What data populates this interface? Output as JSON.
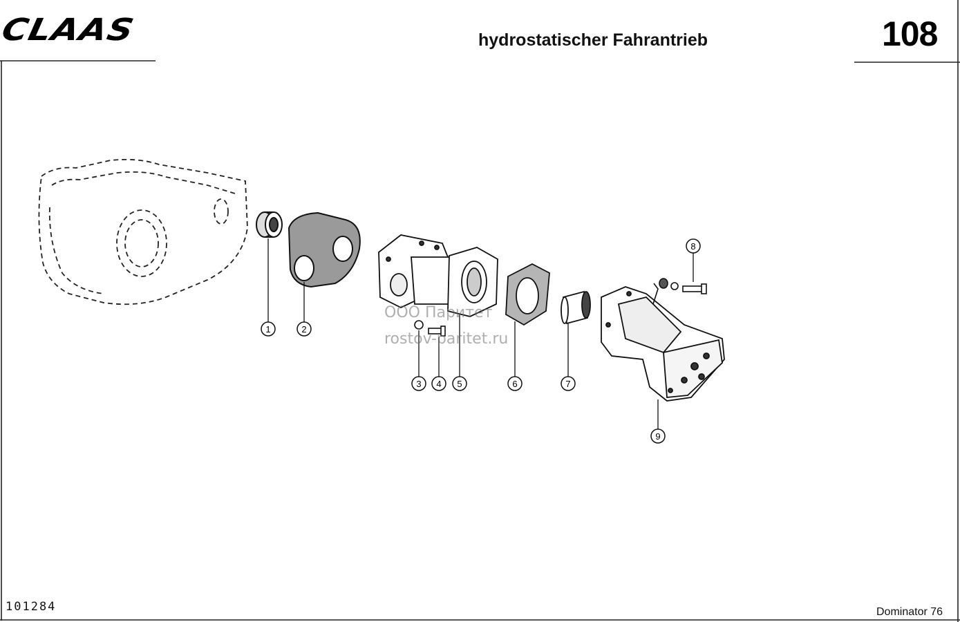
{
  "header": {
    "brand": "CLAAS",
    "title": "hydrostatischer Fahrantrieb",
    "page_number": "108"
  },
  "footer": {
    "document_number": "101284",
    "model": "Dominator 76"
  },
  "watermark": {
    "line1": "ООО Паритет",
    "line2": "rostov-paritet.ru"
  },
  "callouts": [
    "1",
    "2",
    "3",
    "4",
    "5",
    "6",
    "7",
    "8",
    "9"
  ]
}
